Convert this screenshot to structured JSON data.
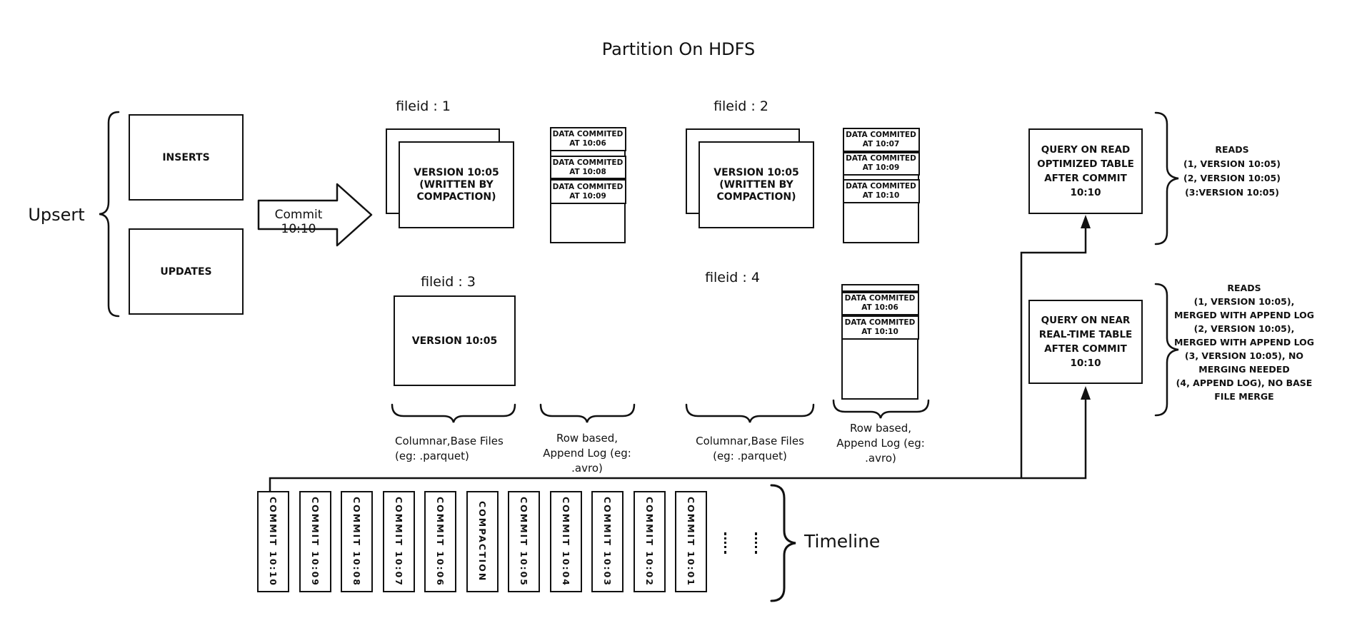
{
  "title": "Partition On HDFS",
  "colors": {
    "ink": "#111111",
    "paper": "#ffffff"
  },
  "upsert": {
    "label": "Upsert",
    "inserts_label": "INSERTS",
    "updates_label": "UPDATES"
  },
  "commit_arrow": {
    "label": "Commit 10:10"
  },
  "file_groups": [
    {
      "id_label": "fileid : 1",
      "base_file_text": "VERSION 10:05\n(WRITTEN BY\nCOMPACTION)"
    },
    {
      "id_label": "fileid : 2",
      "base_file_text": "VERSION 10:05\n(WRITTEN BY\nCOMPACTION)"
    },
    {
      "id_label": "fileid : 3",
      "base_file_text": "VERSION 10:05"
    },
    {
      "id_label": "fileid : 4"
    }
  ],
  "log_files": [
    {
      "segments": [
        "DATA COMMITED\nAT 10:06",
        "DATA COMMITED\nAT 10:08",
        "DATA COMMITED\nAT 10:09"
      ]
    },
    {
      "segments": [
        "DATA COMMITED\nAT 10:07",
        "DATA COMMITED\nAT 10:09",
        "DATA COMMITED\nAT 10:10"
      ]
    },
    {
      "segments": [
        "DATA COMMITED\nAT 10:06",
        "DATA COMMITED\nAT 10:10"
      ]
    }
  ],
  "group_labels": {
    "columnar_1": "Columnar,Base Files\n(eg: .parquet)",
    "row_based_1": "Row based,\nAppend Log  (eg:\n.avro)",
    "columnar_2": "Columnar,Base Files\n(eg: .parquet)",
    "row_based_2": "Row based,\nAppend Log  (eg:\n.avro)"
  },
  "queries": [
    {
      "box_text": "QUERY ON READ\nOPTIMIZED TABLE\nAFTER COMMIT\n10:10",
      "reads_text": "READS\n(1, VERSION 10:05)\n(2, VERSION 10:05)\n(3:VERSION 10:05)"
    },
    {
      "box_text": "QUERY ON NEAR\nREAL-TIME TABLE\nAFTER COMMIT\n10:10",
      "reads_text": "READS\n(1, VERSION 10:05),\nMERGED WITH APPEND LOG\n(2, VERSION 10:05),\nMERGED WITH APPEND LOG\n(3, VERSION 10:05), NO\nMERGING NEEDED\n(4, APPEND LOG), NO BASE\nFILE MERGE"
    }
  ],
  "timeline": {
    "label": "Timeline",
    "commits": [
      "COMMIT 10:10",
      "COMMIT 10:09",
      "COMMIT 10:08",
      "COMMIT 10:07",
      "COMMIT 10:06",
      "COMPACTION",
      "COMMIT 10:05",
      "COMMIT 10:04",
      "COMMIT 10:03",
      "COMMIT 10:02",
      "COMMIT 10:01"
    ]
  }
}
